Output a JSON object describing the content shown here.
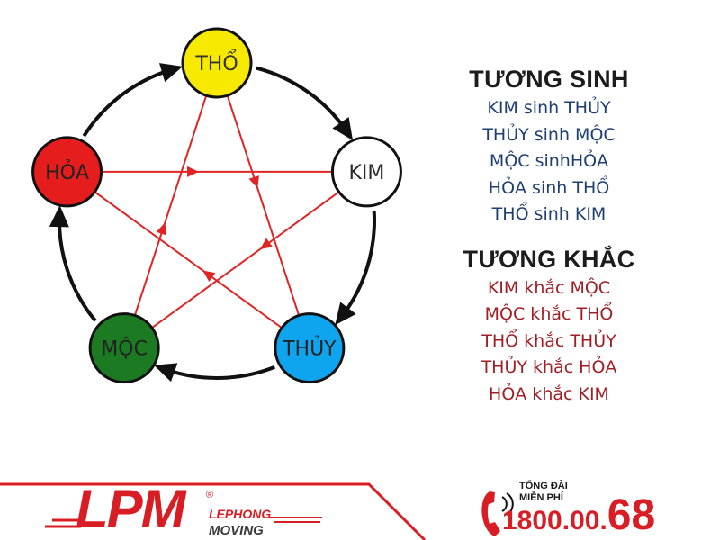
{
  "diagram": {
    "nodes": [
      {
        "id": "tho",
        "label": "THỔ",
        "color": "#f7ea00",
        "text_color": "#333333"
      },
      {
        "id": "kim",
        "label": "KIM",
        "color": "#ffffff",
        "text_color": "#2a2a2a"
      },
      {
        "id": "thuy",
        "label": "THỦY",
        "color": "#0ea5ee",
        "text_color": "#222222"
      },
      {
        "id": "moc",
        "label": "MỘC",
        "color": "#1c7a22",
        "text_color": "#222222"
      },
      {
        "id": "hoa",
        "label": "HỎA",
        "color": "#e51d1d",
        "text_color": "#222222"
      }
    ],
    "generating_cycle": [
      [
        "tho",
        "kim"
      ],
      [
        "kim",
        "thuy"
      ],
      [
        "thuy",
        "moc"
      ],
      [
        "moc",
        "hoa"
      ],
      [
        "hoa",
        "tho"
      ]
    ],
    "overcoming_star": [
      [
        "kim",
        "moc"
      ],
      [
        "moc",
        "tho"
      ],
      [
        "tho",
        "thuy"
      ],
      [
        "thuy",
        "hoa"
      ],
      [
        "hoa",
        "kim"
      ]
    ],
    "cycle_color": "#111111",
    "star_color": "#e02424"
  },
  "tuong_sinh": {
    "title": "TƯƠNG SINH",
    "items": [
      "KIM sinh THỦY",
      "THỦY sinh MỘC",
      "MỘC sinhHỎA",
      "HỎA sinh THỔ",
      "THỔ sinh KIM"
    ]
  },
  "tuong_khac": {
    "title": "TƯƠNG KHẮC",
    "items": [
      "KIM khắc MỘC",
      "MỘC khắc THỔ",
      "THỔ khắc THỦY",
      "THỦY khắc HỎA",
      "HỎA khắc KIM"
    ]
  },
  "footer": {
    "logo": "LPM",
    "logo_reg": "®",
    "company": "LEPHONG",
    "company_sub": "MOVING",
    "hotline_label_1": "TỔNG ĐÀI",
    "hotline_label_2": "MIỄN PHÍ",
    "hotline_main": "1800.00.",
    "hotline_big": "68",
    "brand_color": "#d81e24"
  }
}
